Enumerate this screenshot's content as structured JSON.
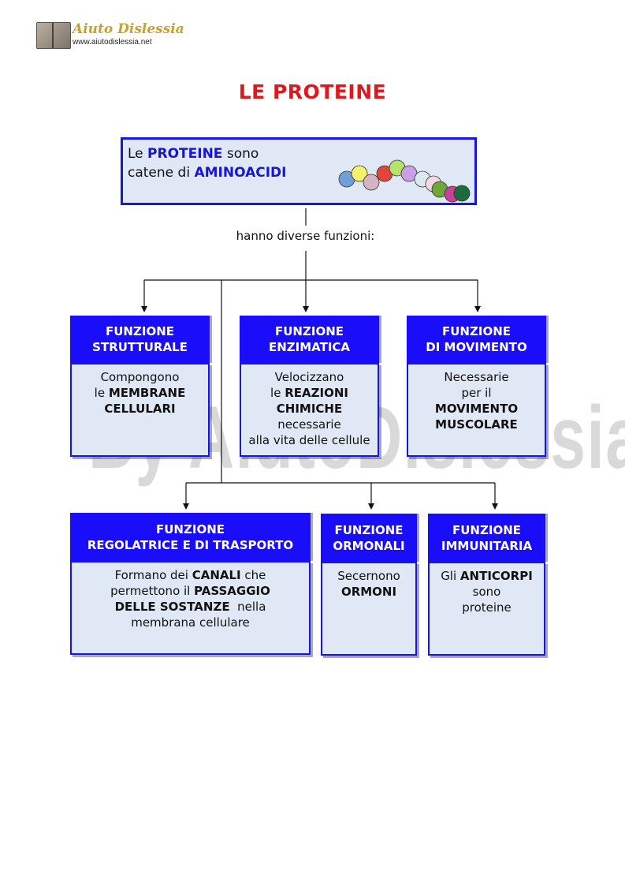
{
  "header": {
    "brand": "Aiuto Dislessia",
    "url": "www.aiutodislessia.net"
  },
  "watermark": "By AiutoDislessia.net",
  "title": "LE PROTEINE",
  "intro": {
    "line1_pre": "Le ",
    "line1_bold": "PROTEINE",
    "line1_post": " sono",
    "line2_pre": "catene di ",
    "line2_bold": "AMINOACIDI"
  },
  "intro_label": "hanno diverse funzioni:",
  "chain_colors": [
    "#6ea0d8",
    "#f6f16a",
    "#d6b3c0",
    "#e0473a",
    "#b6e36a",
    "#c9a0e8",
    "#d9e9ef",
    "#f4d9e3",
    "#6ea83a",
    "#c8409a",
    "#1f6a3a"
  ],
  "colors": {
    "title": "#e3171b",
    "header_fill": "#1a0dfa",
    "border": "#1515e8",
    "body_fill": "#e1e8f5",
    "keyword": "#1515d8"
  },
  "functions": [
    {
      "head": [
        "FUNZIONE",
        "STRUTTURALE"
      ],
      "body": [
        [
          {
            "t": "Compongono",
            "b": false
          }
        ],
        [
          {
            "t": "le ",
            "b": false
          },
          {
            "t": "MEMBRANE",
            "b": true
          }
        ],
        [
          {
            "t": "CELLULARI",
            "b": true
          }
        ]
      ]
    },
    {
      "head": [
        "FUNZIONE",
        "ENZIMATICA"
      ],
      "body": [
        [
          {
            "t": "Velocizzano",
            "b": false
          }
        ],
        [
          {
            "t": "le ",
            "b": false
          },
          {
            "t": "REAZIONI",
            "b": true
          }
        ],
        [
          {
            "t": "CHIMICHE",
            "b": true
          }
        ],
        [
          {
            "t": "necessarie",
            "b": false
          }
        ],
        [
          {
            "t": "alla vita delle cellule",
            "b": false
          }
        ]
      ]
    },
    {
      "head": [
        "FUNZIONE",
        "DI MOVIMENTO"
      ],
      "body": [
        [
          {
            "t": "Necessarie",
            "b": false
          }
        ],
        [
          {
            "t": "per il",
            "b": false
          }
        ],
        [
          {
            "t": "MOVIMENTO",
            "b": true
          }
        ],
        [
          {
            "t": "MUSCOLARE",
            "b": true
          }
        ]
      ]
    },
    {
      "head": [
        "FUNZIONE",
        "REGOLATRICE E DI TRASPORTO"
      ],
      "body": [
        [
          {
            "t": "Formano dei ",
            "b": false
          },
          {
            "t": "CANALI",
            "b": true
          },
          {
            "t": " che",
            "b": false
          }
        ],
        [
          {
            "t": "permettono il ",
            "b": false
          },
          {
            "t": "PASSAGGIO",
            "b": true
          }
        ],
        [
          {
            "t": "DELLE SOSTANZE",
            "b": true
          },
          {
            "t": "  nella",
            "b": false
          }
        ],
        [
          {
            "t": "membrana cellulare",
            "b": false
          }
        ]
      ]
    },
    {
      "head": [
        "FUNZIONE",
        "ORMONALI"
      ],
      "body": [
        [
          {
            "t": "Secernono",
            "b": false
          }
        ],
        [
          {
            "t": "ORMONI",
            "b": true
          }
        ]
      ]
    },
    {
      "head": [
        "FUNZIONE",
        "IMMUNITARIA"
      ],
      "body": [
        [
          {
            "t": "Gli ",
            "b": false
          },
          {
            "t": "ANTICORPI",
            "b": true
          }
        ],
        [
          {
            "t": "sono",
            "b": false
          }
        ],
        [
          {
            "t": "proteine",
            "b": false
          }
        ]
      ]
    }
  ]
}
